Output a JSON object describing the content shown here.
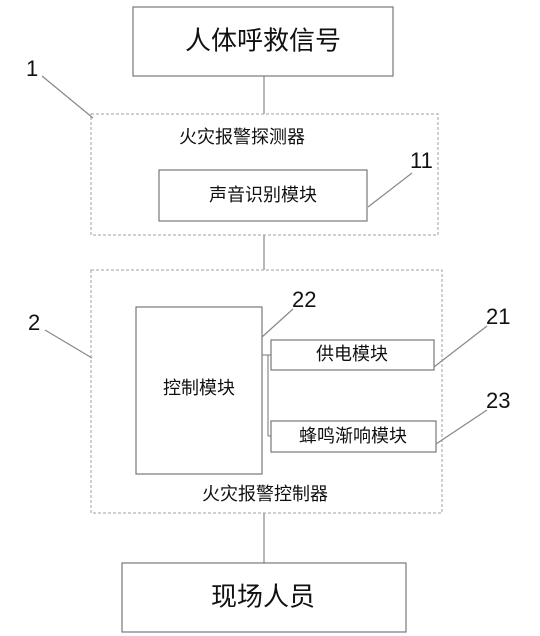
{
  "nodes": {
    "signal": "人体呼救信号",
    "detector": "火灾报警探测器",
    "sound_module": "声音识别模块",
    "controller": "火灾报警控制器",
    "control_module": "控制模块",
    "power_module": "供电模块",
    "buzzer_module": "蜂鸣渐响模块",
    "personnel": "现场人员"
  },
  "refs": {
    "detector": "1",
    "sound_module": "11",
    "controller": "2",
    "power_module": "21",
    "control_module": "22",
    "buzzer_module": "23"
  }
}
